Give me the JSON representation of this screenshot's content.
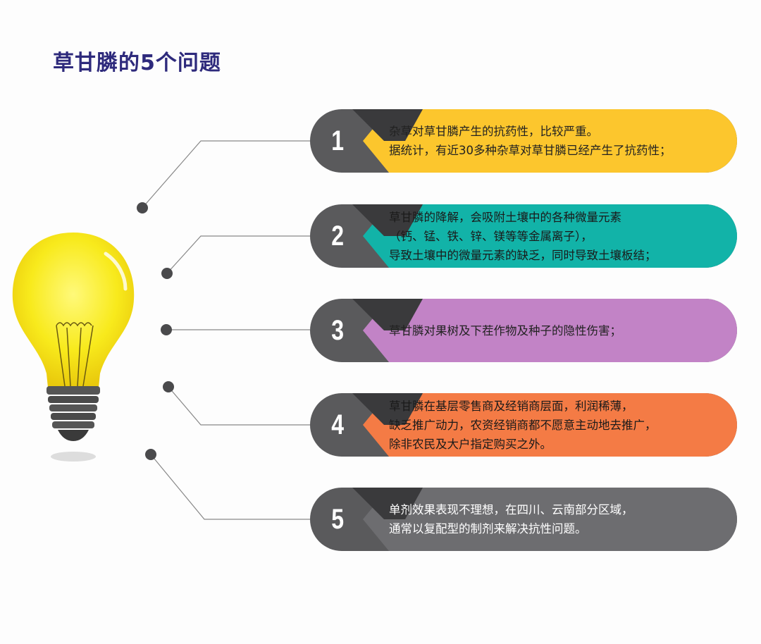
{
  "title": "草甘膦的5个问题",
  "items": [
    {
      "num": "1",
      "color": "#fcc62d",
      "text_color": "#222222",
      "lines": [
        "杂草对草甘膦产生的抗药性，比较严重。",
        "据统计，有近30多种杂草对草甘膦已经产生了抗药性；"
      ]
    },
    {
      "num": "2",
      "color": "#12b3a8",
      "text_color": "#1a1a1a",
      "lines": [
        "草甘膦的降解，会吸附土壤中的各种微量元素",
        "（钙、锰、铁、锌、镁等等金属离子），",
        "导致土壤中的微量元素的缺乏，同时导致土壤板结；"
      ]
    },
    {
      "num": "3",
      "color": "#c283c6",
      "text_color": "#222222",
      "lines": [
        "草甘膦对果树及下茬作物及种子的隐性伤害；"
      ]
    },
    {
      "num": "4",
      "color": "#f47b45",
      "text_color": "#1a1a1a",
      "lines": [
        "草甘膦在基层零售商及经销商层面，利润稀薄，",
        "缺乏推广动力，农资经销商都不愿意主动地去推广，",
        "除非农民及大户指定购买之外。"
      ]
    },
    {
      "num": "5",
      "color": "#6d6d70",
      "text_color": "#ffffff",
      "lines": [
        "单剂效果表现不理想，在四川、云南部分区域，",
        "通常以复配型的制剂来解决抗性问题。"
      ]
    }
  ]
}
